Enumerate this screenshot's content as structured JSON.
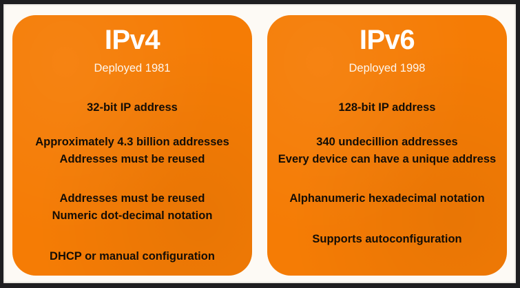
{
  "figure": {
    "background_color": "#FDFAF5",
    "frame_color": "#1e1e20",
    "panel_color": "#F57C05",
    "title_color": "#FFFFFF",
    "body_text_color": "#140D06"
  },
  "panels": [
    {
      "title": "IPv4",
      "subtitle": "Deployed 1981",
      "blocks": [
        {
          "lines": [
            "32-bit IP address"
          ]
        },
        {
          "lines": [
            "Approximately 4.3 billion addresses",
            "Addresses must be reused"
          ]
        },
        {
          "lines": [
            "Addresses must be reused",
            "Numeric dot-decimal notation"
          ]
        },
        {
          "lines": [
            "DHCP or manual configuration"
          ]
        }
      ]
    },
    {
      "title": "IPv6",
      "subtitle": "Deployed 1998",
      "blocks": [
        {
          "lines": [
            "128-bit IP address"
          ]
        },
        {
          "lines": [
            "340 undecillion addresses",
            "Every device can have a unique address"
          ]
        },
        {
          "lines": [
            "Alphanumeric hexadecimal notation"
          ]
        },
        {
          "lines": [
            "Supports autoconfiguration"
          ]
        }
      ]
    }
  ]
}
